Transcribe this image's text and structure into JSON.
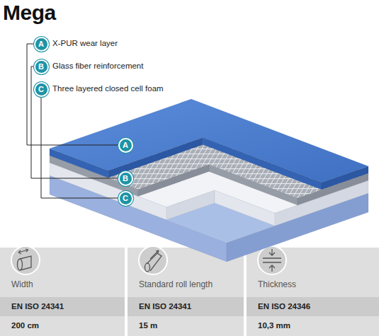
{
  "diagram": {
    "title": "Mega",
    "nodes": [
      {
        "text": [
          "A"
        ]
      },
      {
        "text": [
          "B"
        ]
      },
      {
        "text": [
          "C"
        ]
      },
      {
        "text": [
          "A"
        ]
      },
      {
        "text": [
          "B"
        ]
      },
      {
        "text": [
          "C"
        ]
      }
    ],
    "edges": [
      {
        "from": 0,
        "to": 3,
        "arrow": "none"
      },
      {
        "from": 1,
        "to": 4,
        "arrow": "none"
      },
      {
        "from": 2,
        "to": 5,
        "arrow": "none"
      }
    ],
    "labels": [
      "X-PUR wear layer",
      "Glass fiber reinforcement",
      "Three layered closed cell foam",
      "Width",
      "Standard roll length",
      "Thickness",
      "EN ISO 24341",
      "EN ISO 24341",
      "EN ISO 24346",
      "200 cm",
      "15 m",
      "10,3 mm"
    ]
  }
}
